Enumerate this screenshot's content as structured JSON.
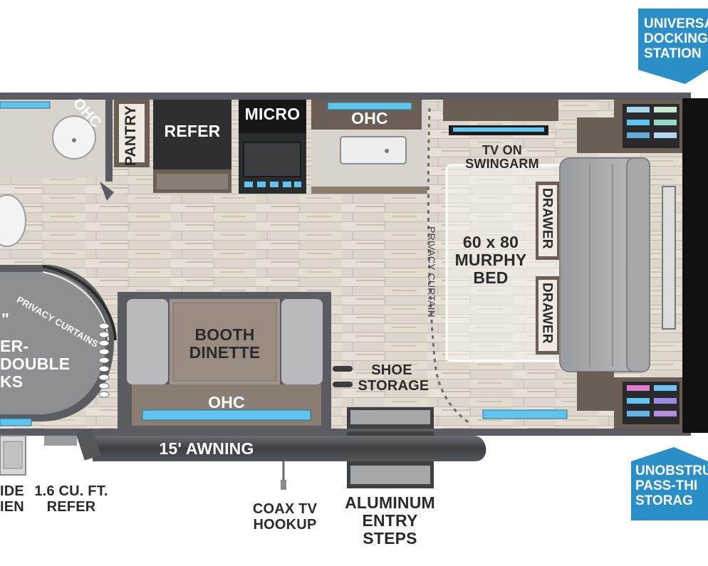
{
  "labels": {
    "ohc_bath": "OHC",
    "pantry": "PANTRY",
    "refer": "REFER",
    "micro": "MICRO",
    "ohc_kitchen": "OHC",
    "tv_swingarm": "TV ON SWINGARM",
    "drawer_top": "DRAWER",
    "drawer_bottom": "DRAWER",
    "murphy_bed": "60 x 80 MURPHY BED",
    "privacy_curtain": "PRIVACY CURTAIN",
    "privacy_curtains": "PRIVACY CURTAINS",
    "bunk_quote": "\"",
    "bunks": "ER-DOUBLE KS",
    "booth_dinette": "BOOTH DINETTE",
    "ohc_dinette": "OHC",
    "shoe_storage": "SHOE STORAGE",
    "awning": "15' AWNING",
    "outside_kitchen": "IDE IEN",
    "refer_outside": "1.6 CU. FT. REFER",
    "coax": "COAX TV HOOKUP",
    "entry_steps": "ALUMINUM ENTRY STEPS",
    "docking_station": "UNIVERSA DOCKING STATION",
    "pass_through": "UNOBSTRU PASS-THI STORAG"
  },
  "colors": {
    "badge_blue": "#2a8fc6",
    "wall": "#55575c",
    "floor": "#d9d2c8",
    "cabinet": "#6b5f55",
    "led_blue": "#5fc4f0"
  }
}
